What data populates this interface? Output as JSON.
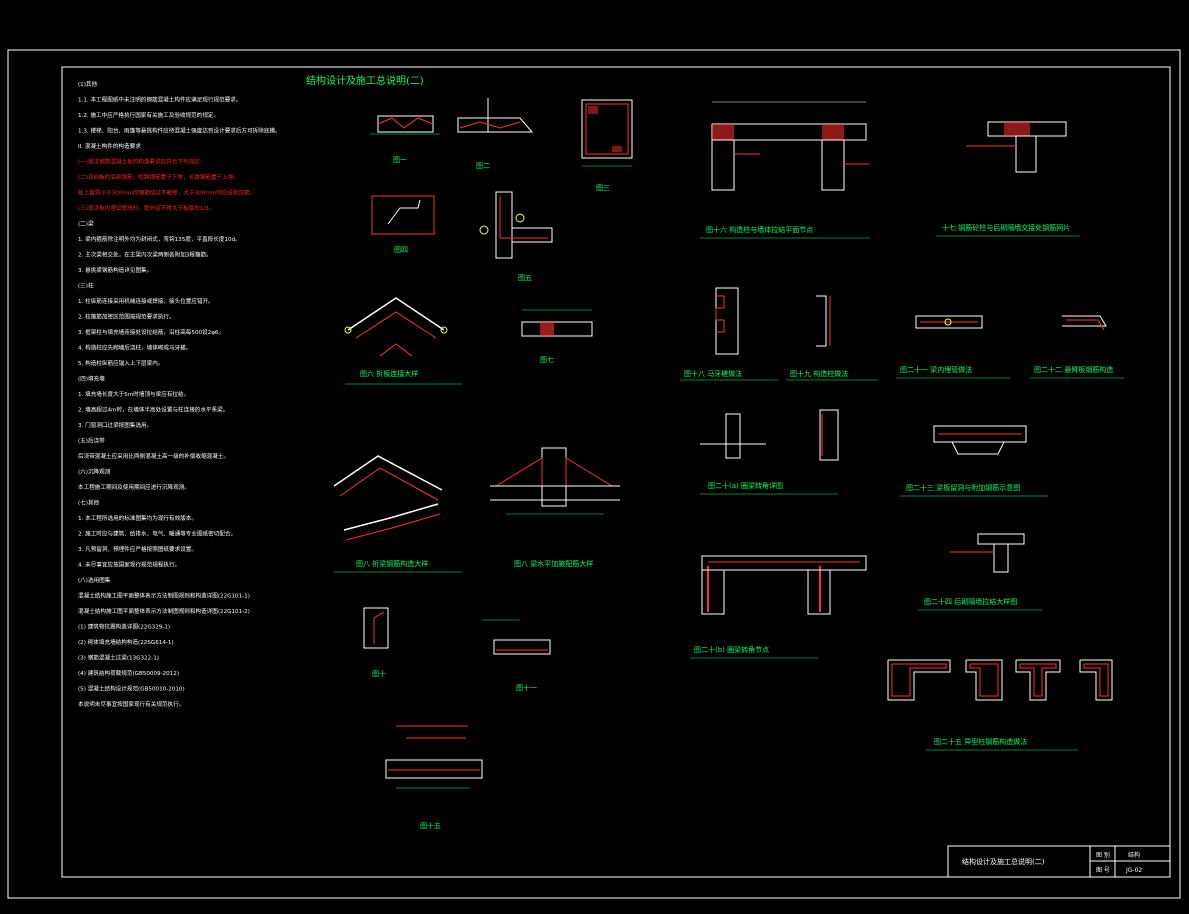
{
  "sheet": {
    "title": "结构设计及施工总说明(二)",
    "title_block_label": "结构设计及施工总说明(二)",
    "tb_field_1": "图 别",
    "tb_value_1": "结构",
    "tb_field_2": "图 号",
    "tb_value_2": "JG-02"
  },
  "colors": {
    "background": "#000000",
    "frame": "#ffffff",
    "text_note": "#ffffff",
    "text_emphasis": "#ff2020",
    "caption": "#00ff66",
    "rebar": "#ff3030",
    "dimension": "#00ff66",
    "outline": "#ffffff",
    "tag": "#ffff40"
  },
  "captions": {
    "fig1": "图一",
    "fig2": "图二",
    "fig3": "图三",
    "fig4": "图四",
    "fig5": "图五",
    "fig6": "图六 折板连接大样",
    "fig7": "图七",
    "fig8a": "图八 折梁钢筋构造大样",
    "fig8b": "图八 梁水平加腋配筋大样",
    "fig10": "图十",
    "fig11": "图十一",
    "fig15": "图十五",
    "fig16": "图十六 构造柱与墙体拉结平面节点",
    "fig17": "十七 钢筋砼柱与后砌隔墙交接处钢筋网片",
    "fig18": "图十八 马牙槎做法",
    "fig19": "图十九 构造柱做法",
    "fig20a": "图二十(a) 圈梁转角详图",
    "fig20b": "图二十(b) 圈梁转角节点",
    "fig21": "图二十一 梁内埋管做法",
    "fig22": "图二十二 悬臂板钢筋构造",
    "fig23": "图二十三 梁板留洞与附加钢筋示意图",
    "fig24": "图二十四 后砌隔墙拉结大样图",
    "fig25": "图二十五 异型柱钢筋构造做法"
  },
  "notes": {
    "lines": [
      "(1)其他",
      "1.1. 本工程图纸中未注明的钢筋混凝土构件应满足现行规范要求。",
      "1.2. 施工中应严格执行国家有关施工及验收规范的规定。",
      "1.3. 楼梯、阳台、雨篷等悬挑构件应待混凝土强度达到设计要求后方可拆除底模。",
      "II. 混凝土构件的构造要求",
      "(一)现浇钢筋混凝土板的构造要求应符合下列规定：",
      "(二)双向板的底部钢筋，短跨钢筋置于下排，长跨钢筋置于上排。",
      "板上留洞小于300mm时钢筋绕过不截断，大于300mm时应设附加筋。",
      "(三)现浇板内埋设管线时，管外径不得大于板厚的1/3。",
      "(二)梁",
      "1. 梁内箍筋除注明外均为封闭式，弯钩135度，平直段长度10d。",
      "2. 主次梁相交处，在主梁内次梁两侧各附加3根箍筋。",
      "3. 悬挑梁钢筋构造详见图集。",
      "(三)柱",
      "1. 柱纵筋连接采用机械连接或焊接，接头位置应错开。",
      "2. 柱箍筋加密区范围按规范要求执行。",
      "3. 框架柱与填充墙连接处设拉结筋，沿柱高每500设2φ6。",
      "4. 构造柱应先砌墙后浇柱，墙体砌成马牙槎。",
      "5. 构造柱纵筋应锚入上下层梁内。",
      "(四)填充墙",
      "1. 填充墙长度大于5m时墙顶与梁应有拉结。",
      "2. 墙高超过4m时，在墙体半高处设置与柱连接的水平系梁。",
      "3. 门窗洞口过梁按图集选用。",
      "(五)后浇带",
      "后浇带混凝土应采用比两侧混凝土高一级的补偿收缩混凝土。",
      "(六)沉降观测",
      "本工程施工期间及使用期间应进行沉降观测。",
      "(七)其他",
      "1. 本工程所选用的标准图集均为现行有效版本。",
      "2. 施工时应与建筑、给排水、电气、暖通等专业图纸密切配合。",
      "3. 凡预留洞、预埋件应严格按照图纸要求设置。",
      "4. 未尽事宜应按国家现行规范规程执行。",
      "(八)选用图集",
      "混凝土结构施工图平面整体表示方法制图规则和构造详图(22G101-1)",
      "混凝土结构施工图平面整体表示方法制图规则和构造详图(22G101-2)",
      "(1) 建筑物抗震构造详图(22G329-1)",
      "(2) 砌体填充墙结构构造(22SG614-1)",
      "(3) 钢筋混凝土过梁(13G322-1)",
      "(4) 建筑结构荷载规范(GB50009-2012)",
      "(5) 混凝土结构设计规范(GB50010-2010)",
      "本说明未尽事宜按国家现行有关规范执行。"
    ],
    "emphasis_lines": [
      5,
      6,
      7,
      8
    ]
  }
}
